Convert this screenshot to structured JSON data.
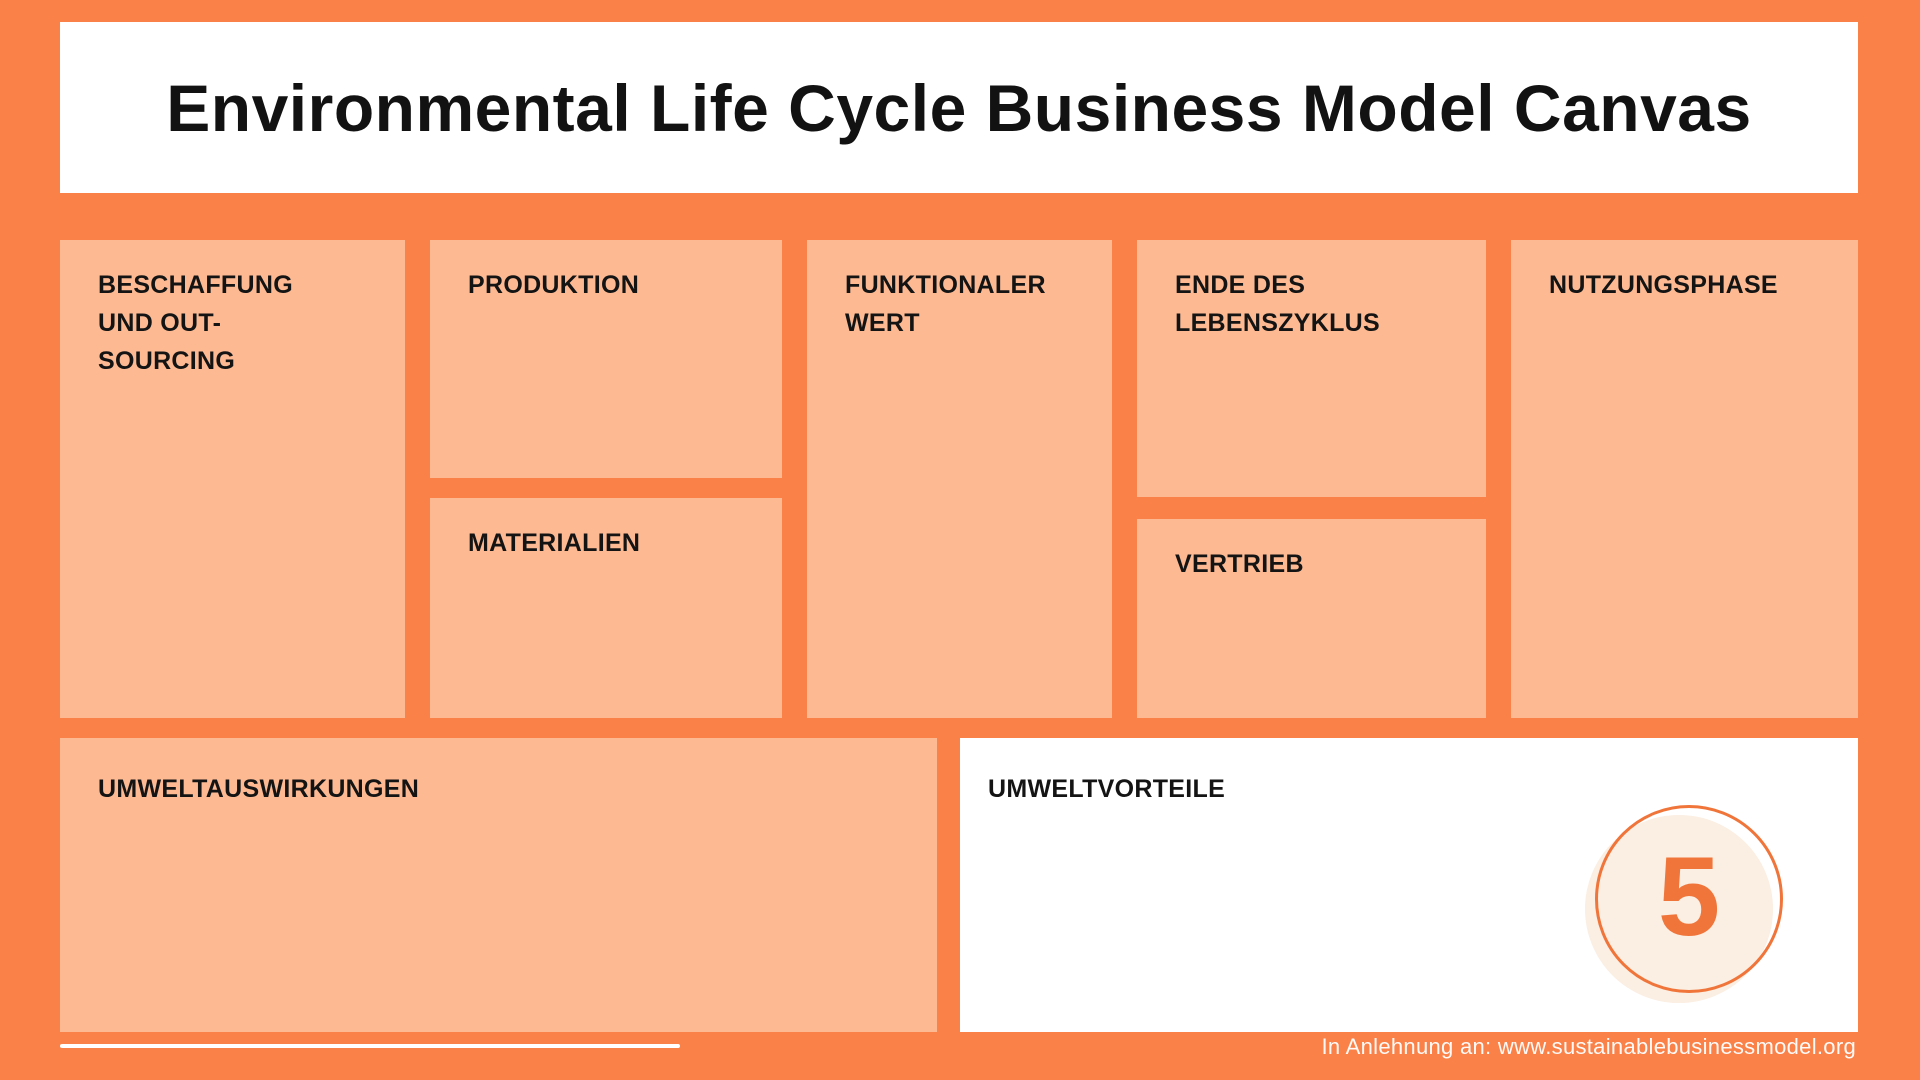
{
  "title": "Environmental Life Cycle Business Model Canvas",
  "colors": {
    "background": "#FA8148",
    "box_fill": "#FCB992",
    "box_text": "#141414",
    "white_panel": "#FFFFFF",
    "accent": "#F0753A",
    "badge_fill": "#FBEEE2"
  },
  "boxes": {
    "beschaffung": {
      "label": "BESCHAFFUNG\nUND OUT-\nSOURCING"
    },
    "produktion": {
      "label": "PRODUKTION"
    },
    "materialien": {
      "label": "MATERIALIEN"
    },
    "funktionaler_wert": {
      "label": "FUNKTIONALER\nWERT"
    },
    "ende_des_lebenszyklus": {
      "label": "ENDE DES\nLEBENSZYKLUS"
    },
    "vertrieb": {
      "label": "VERTRIEB"
    },
    "nutzungsphase": {
      "label": "NUTZUNGSPHASE"
    },
    "umweltauswirkungen": {
      "label": "UMWELTAUSWIRKUNGEN"
    },
    "umweltvorteile": {
      "label": "UMWELTVORTEILE"
    }
  },
  "badge": {
    "number": "5"
  },
  "footer": {
    "attribution": "In Anlehnung an: www.sustainablebusinessmodel.org"
  }
}
